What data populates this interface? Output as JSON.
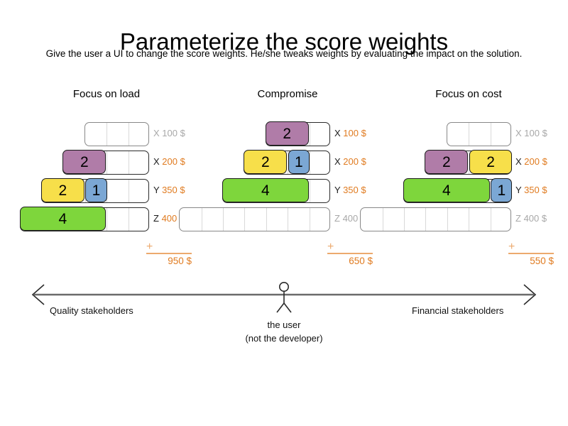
{
  "slide": {
    "title": "Parameterize the score weights",
    "subtitle": "Give the user a UI to change the score weights. He/she tweaks weights by evaluating the impact on the solution."
  },
  "colors": {
    "purple": "#b07ca8",
    "yellow": "#f7df4a",
    "blue": "#7ba7d4",
    "green": "#7ed63c",
    "price_orange": "#e07b20",
    "rule_orange": "#ecaa6e",
    "inactive_gray": "#a8a8a8",
    "track_border": "#888888",
    "axis_gray": "#4d4d4d"
  },
  "scenarios": [
    {
      "title": "Focus on load",
      "rows": [
        {
          "resource": "X",
          "price": "100 $",
          "active": false,
          "slots": 3,
          "blocks": []
        },
        {
          "resource": "X",
          "price": "200 $",
          "active": true,
          "slots": 4,
          "blocks": [
            {
              "value": "2",
              "units": 2,
              "color": "purple"
            }
          ]
        },
        {
          "resource": "Y",
          "price": "350 $",
          "active": true,
          "slots": 5,
          "blocks": [
            {
              "value": "2",
              "units": 2,
              "color": "yellow"
            },
            {
              "value": "1",
              "units": 1,
              "color": "blue"
            }
          ]
        },
        {
          "resource": "Z",
          "price": "400 $",
          "active": true,
          "slots": 6,
          "blocks": [
            {
              "value": "4",
              "units": 4,
              "color": "green"
            }
          ]
        }
      ],
      "total": {
        "plus": "+",
        "value": "950 $"
      }
    },
    {
      "title": "Compromise",
      "rows": [
        {
          "resource": "X",
          "price": "100 $",
          "active": true,
          "slots": 3,
          "blocks": [
            {
              "value": "2",
              "units": 2,
              "color": "purple"
            }
          ]
        },
        {
          "resource": "X",
          "price": "200 $",
          "active": true,
          "slots": 4,
          "blocks": [
            {
              "value": "2",
              "units": 2,
              "color": "yellow"
            },
            {
              "value": "1",
              "units": 1,
              "color": "blue"
            }
          ]
        },
        {
          "resource": "Y",
          "price": "350 $",
          "active": true,
          "slots": 5,
          "blocks": [
            {
              "value": "4",
              "units": 4,
              "color": "green"
            }
          ]
        },
        {
          "resource": "Z",
          "price": "400 $",
          "active": false,
          "slots": 7,
          "blocks": []
        }
      ],
      "total": {
        "plus": "+",
        "value": "650 $"
      }
    },
    {
      "title": "Focus on cost",
      "rows": [
        {
          "resource": "X",
          "price": "100 $",
          "active": false,
          "slots": 3,
          "blocks": []
        },
        {
          "resource": "X",
          "price": "200 $",
          "active": true,
          "slots": 4,
          "blocks": [
            {
              "value": "2",
              "units": 2,
              "color": "purple"
            },
            {
              "value": "2",
              "units": 2,
              "color": "yellow"
            }
          ]
        },
        {
          "resource": "Y",
          "price": "350 $",
          "active": true,
          "slots": 5,
          "blocks": [
            {
              "value": "4",
              "units": 4,
              "color": "green"
            },
            {
              "value": "1",
              "units": 1,
              "color": "blue"
            }
          ]
        },
        {
          "resource": "Z",
          "price": "400 $",
          "active": false,
          "slots": 7,
          "blocks": []
        }
      ],
      "total": {
        "plus": "+",
        "value": "550 $"
      }
    }
  ],
  "spectrum": {
    "left_label": "Quality stakeholders",
    "right_label": "Financial stakeholders",
    "user_caption_line1": "the user",
    "user_caption_line2": "(not the developer)"
  }
}
